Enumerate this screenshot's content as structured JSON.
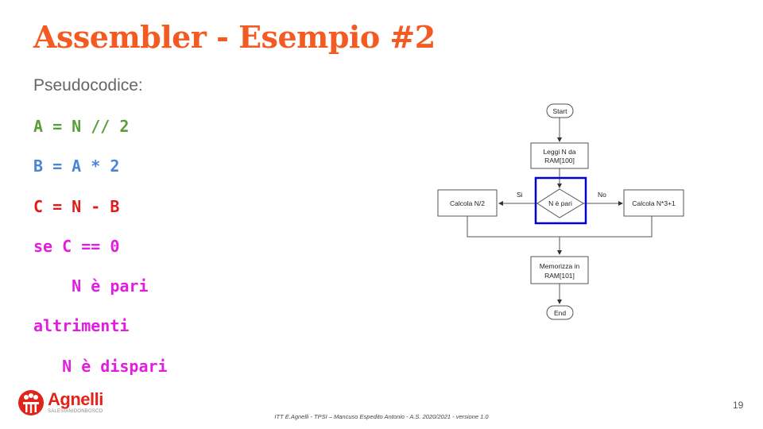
{
  "slide": {
    "title": "Assembler - Esempio #2",
    "subtitle": "Pseudocodice:",
    "page_number": "19",
    "footer": "ITT E.Agnelli - TPSI – Mancuso Espedito Antonio - A.S. 2020/2021 - versione 1.0"
  },
  "code_lines": [
    {
      "text": "A = N // 2",
      "color": "#5a9e3a"
    },
    {
      "text": "B = A * 2",
      "color": "#4a86d4"
    },
    {
      "text": "C = N - B",
      "color": "#e01b1b"
    },
    {
      "text": "se C == 0",
      "color": "#e21de0"
    },
    {
      "text": "    N è pari",
      "color": "#e21de0"
    },
    {
      "text": "altrimenti",
      "color": "#e21de0"
    },
    {
      "text": "   N è dispari",
      "color": "#e21de0"
    }
  ],
  "flowchart": {
    "start": "Start",
    "read_line1": "Leggi N da",
    "read_line2": "RAM[100]",
    "decision": "N è pari",
    "yes_label": "Si",
    "no_label": "No",
    "left_box": "Calcola N/2",
    "right_box": "Calcola N*3+1",
    "store_line1": "Memorizza in",
    "store_line2": "RAM[101]",
    "end": "End",
    "highlight_color": "#0000cc"
  },
  "logo": {
    "name": "Agnelli",
    "subtitle": "SALESIANIDONBOSCO",
    "color": "#e2231a"
  }
}
